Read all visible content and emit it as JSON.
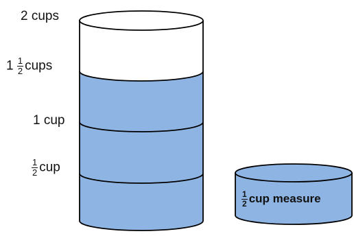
{
  "labels": {
    "two_cups": "2 cups",
    "one_half_whole": "1",
    "one_half_num": "1",
    "one_half_den": "2",
    "one_half_unit": "cups",
    "one_cup": "1 cup",
    "half_num": "1",
    "half_den": "2",
    "half_unit": "cup"
  },
  "measure": {
    "num": "1",
    "den": "2",
    "text": "cup measure"
  },
  "colors": {
    "liquid": "#8eb4e3",
    "outline": "#000000",
    "empty": "#ffffff"
  }
}
